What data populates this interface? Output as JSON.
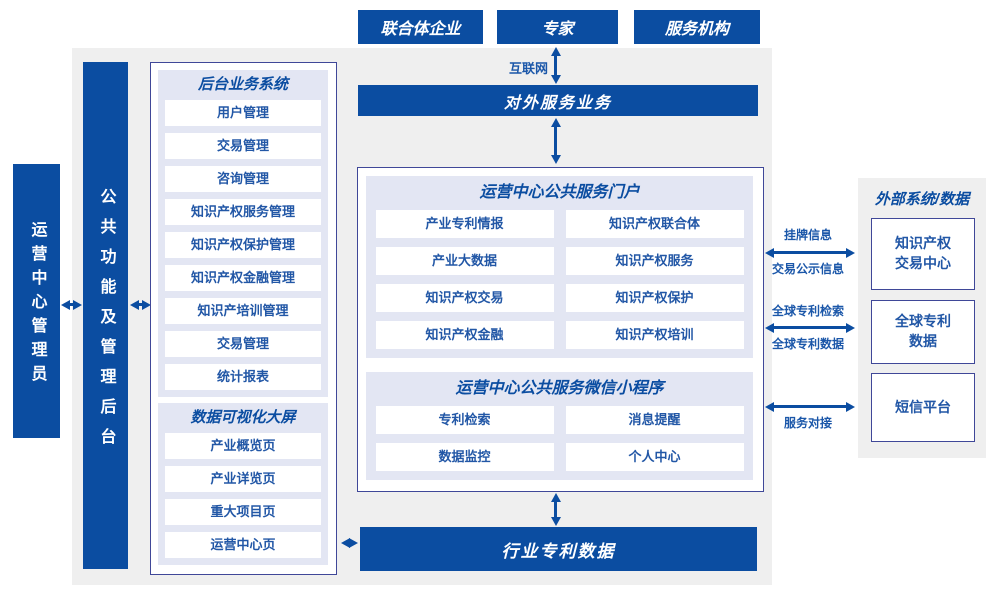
{
  "colors": {
    "primary": "#0b4da1",
    "panel": "#e3e6f3",
    "outline": "#3f4798",
    "bg": "#efefef",
    "label": "#1b57a9",
    "itemtext": "#2257a6"
  },
  "top_row": [
    "联合体企业",
    "专家",
    "服务机构"
  ],
  "internet_label": "互联网",
  "external_service_bar": "对外服务业务",
  "admin_bar": "运营中心管理员",
  "backend_bar": "公共功能及管理后台",
  "backend_system": {
    "title": "后台业务系统",
    "items": [
      "用户管理",
      "交易管理",
      "咨询管理",
      "知识产权服务管理",
      "知识产权保护管理",
      "知识产权金融管理",
      "知识产培训管理",
      "交易管理",
      "统计报表"
    ]
  },
  "dashboard": {
    "title": "数据可视化大屏",
    "items": [
      "产业概览页",
      "产业详览页",
      "重大项目页",
      "运营中心页"
    ]
  },
  "portal": {
    "title": "运营中心公共服务门户",
    "items": [
      "产业专利情报",
      "知识产权联合体",
      "产业大数据",
      "知识产权服务",
      "知识产权交易",
      "知识产权保护",
      "知识产权金融",
      "知识产权培训"
    ]
  },
  "miniapp": {
    "title": "运营中心公共服务微信小程序",
    "items": [
      "专利检索",
      "消息提醒",
      "数据监控",
      "个人中心"
    ]
  },
  "industry_bar": "行业专利数据",
  "external": {
    "title": "外部系统/数据",
    "boxes": [
      {
        "lines": [
          "知识产权",
          "交易中心"
        ]
      },
      {
        "lines": [
          "全球专利",
          "数据"
        ]
      },
      {
        "lines": [
          "短信平台"
        ]
      }
    ]
  },
  "links": [
    {
      "above": "挂牌信息",
      "below": "交易公示信息"
    },
    {
      "above": "全球专利检索",
      "below": "全球专利数据"
    },
    {
      "above": "",
      "below": "服务对接"
    }
  ]
}
